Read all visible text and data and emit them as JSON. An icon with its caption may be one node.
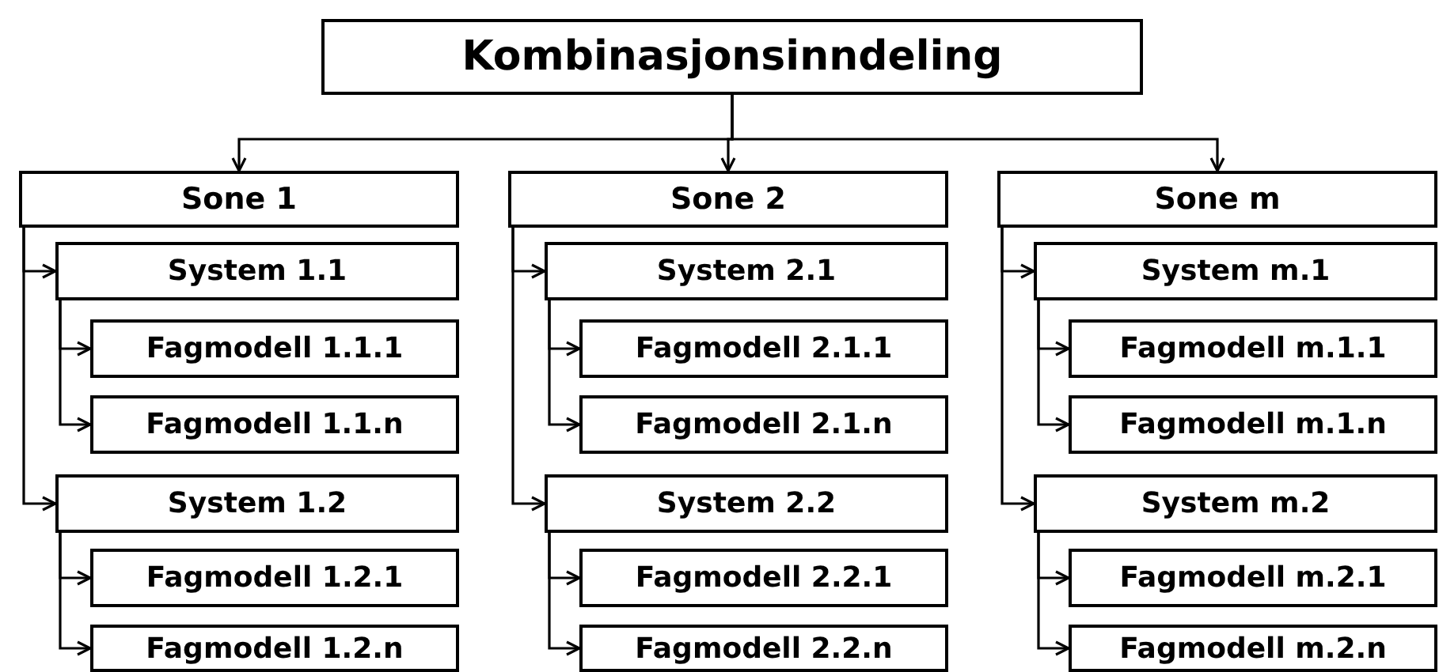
{
  "diagram": {
    "nodes": [
      {
        "text": [
          "Kombinasjonsinndeling"
        ]
      },
      {
        "text": [
          "Sone 1"
        ]
      },
      {
        "text": [
          "System 1.1"
        ]
      },
      {
        "text": [
          "Fagmodell 1.1.1"
        ]
      },
      {
        "text": [
          "Fagmodell 1.1.n"
        ]
      },
      {
        "text": [
          "System 1.2"
        ]
      },
      {
        "text": [
          "Fagmodell 1.2.1"
        ]
      },
      {
        "text": [
          "Fagmodell 1.2.n"
        ]
      },
      {
        "text": [
          "Sone 2"
        ]
      },
      {
        "text": [
          "System 2.1"
        ]
      },
      {
        "text": [
          "Fagmodell 2.1.1"
        ]
      },
      {
        "text": [
          "Fagmodell 2.1.n"
        ]
      },
      {
        "text": [
          "System 2.2"
        ]
      },
      {
        "text": [
          "Fagmodell 2.2.1"
        ]
      },
      {
        "text": [
          "Fagmodell 2.2.n"
        ]
      },
      {
        "text": [
          "Sone m"
        ]
      },
      {
        "text": [
          "System m.1"
        ]
      },
      {
        "text": [
          "Fagmodell m.1.1"
        ]
      },
      {
        "text": [
          "Fagmodell m.1.n"
        ]
      },
      {
        "text": [
          "System m.2"
        ]
      },
      {
        "text": [
          "Fagmodell m.2.1"
        ]
      },
      {
        "text": [
          "Fagmodell m.2.n"
        ]
      }
    ],
    "edges": [
      {
        "from": 0,
        "to": 1,
        "arrow": "to"
      },
      {
        "from": 0,
        "to": 8,
        "arrow": "to"
      },
      {
        "from": 0,
        "to": 15,
        "arrow": "to"
      },
      {
        "from": 1,
        "to": 2,
        "arrow": "to"
      },
      {
        "from": 1,
        "to": 5,
        "arrow": "to"
      },
      {
        "from": 2,
        "to": 3,
        "arrow": "to"
      },
      {
        "from": 2,
        "to": 4,
        "arrow": "to"
      },
      {
        "from": 5,
        "to": 6,
        "arrow": "to"
      },
      {
        "from": 5,
        "to": 7,
        "arrow": "to"
      },
      {
        "from": 8,
        "to": 9,
        "arrow": "to"
      },
      {
        "from": 8,
        "to": 12,
        "arrow": "to"
      },
      {
        "from": 9,
        "to": 10,
        "arrow": "to"
      },
      {
        "from": 9,
        "to": 11,
        "arrow": "to"
      },
      {
        "from": 12,
        "to": 13,
        "arrow": "to"
      },
      {
        "from": 12,
        "to": 14,
        "arrow": "to"
      },
      {
        "from": 15,
        "to": 16,
        "arrow": "to"
      },
      {
        "from": 15,
        "to": 19,
        "arrow": "to"
      },
      {
        "from": 16,
        "to": 17,
        "arrow": "to"
      },
      {
        "from": 16,
        "to": 18,
        "arrow": "to"
      },
      {
        "from": 19,
        "to": 20,
        "arrow": "to"
      },
      {
        "from": 19,
        "to": 21,
        "arrow": "to"
      }
    ]
  }
}
